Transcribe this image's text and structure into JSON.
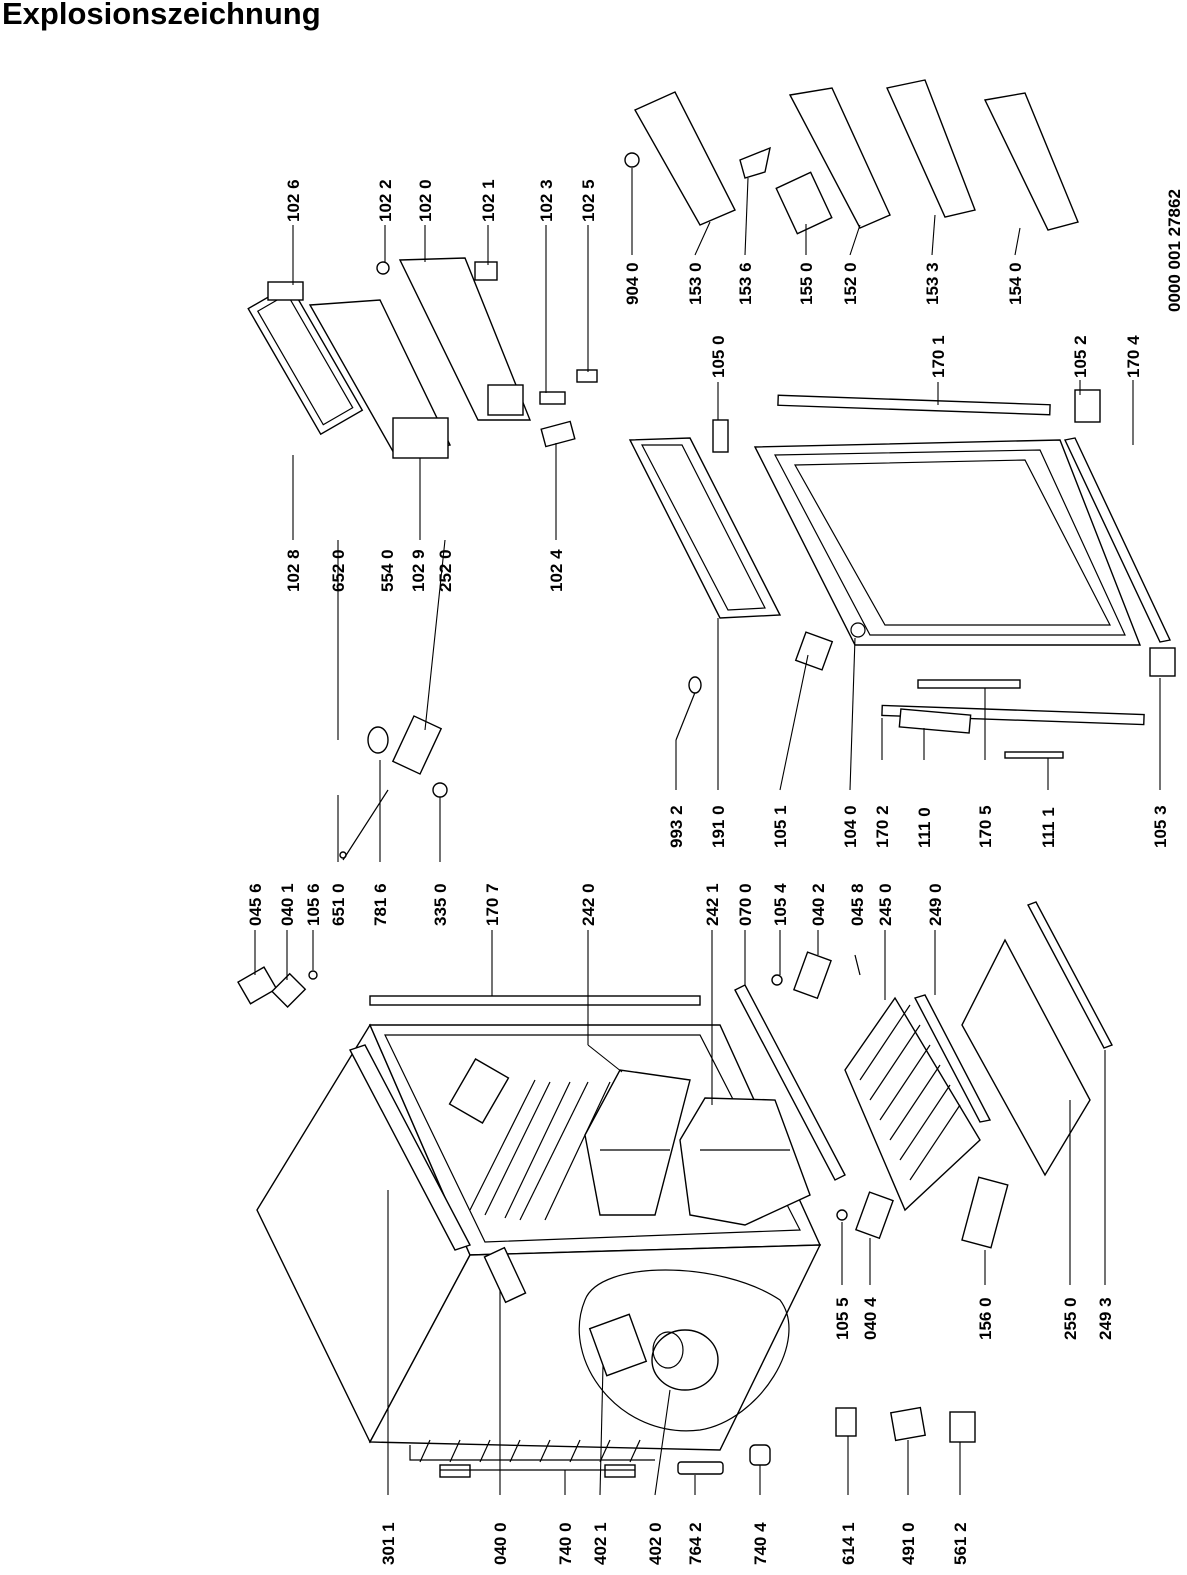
{
  "title": "Explosionszeichnung",
  "doc_number": "0000 001 27862",
  "part_labels": [
    "102 6",
    "102 2",
    "102 0",
    "102 1",
    "102 3",
    "102 5",
    "904 0",
    "153 0",
    "153 6",
    "155 0",
    "152 0",
    "153 3",
    "154 0",
    "102 8",
    "652 0",
    "554 0",
    "102 9",
    "252 0",
    "102 4",
    "105 0",
    "170 1",
    "105 2",
    "170 4",
    "045 6",
    "040 1",
    "105 6",
    "651 0",
    "781 6",
    "335 0",
    "170 7",
    "242 0",
    "993 2",
    "191 0",
    "105 1",
    "104 0",
    "170 2",
    "111 0",
    "170 5",
    "111 1",
    "105 3",
    "242 1",
    "070 0",
    "105 4",
    "040 2",
    "045 8",
    "245 0",
    "249 0",
    "105 5",
    "040 4",
    "156 0",
    "255 0",
    "249 3",
    "301 1",
    "040 0",
    "740 0",
    "402 1",
    "402 0",
    "764 2",
    "740 4",
    "614 1",
    "491 0",
    "561 2"
  ]
}
